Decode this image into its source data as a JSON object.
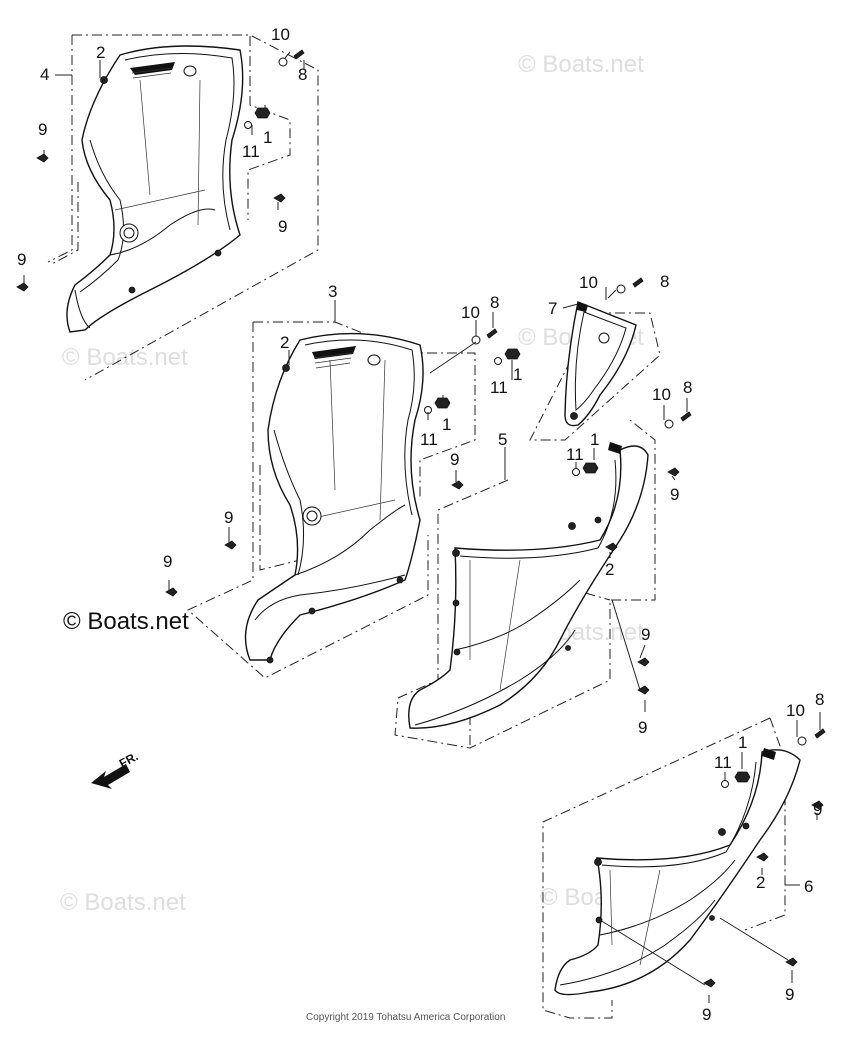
{
  "callouts": {
    "c4": "4",
    "c2a": "2",
    "c10a": "10",
    "c8a": "8",
    "c1a": "1",
    "c11a": "11",
    "c9a": "9",
    "c9b": "9",
    "c9c": "9",
    "c3": "3",
    "c2b": "2",
    "c10b": "10",
    "c8b": "8",
    "c11b": "11",
    "c1b": "1",
    "c11c": "11",
    "c1c": "1",
    "c9d": "9",
    "c9e": "9",
    "c9f": "9",
    "c7": "7",
    "c10c": "10",
    "c8c": "8",
    "c5": "5",
    "c10d": "10",
    "c8d": "8",
    "c1d": "1",
    "c11d": "11",
    "c9g": "9",
    "c2c": "2",
    "c9h": "9",
    "c9i": "9",
    "c10e": "10",
    "c8e": "8",
    "c1e": "1",
    "c11e": "11",
    "c9j": "9",
    "c2d": "2",
    "c6": "6",
    "c9k": "9",
    "c9l": "9"
  },
  "watermarks": {
    "w1": "© Boats.net",
    "w2": "© Boats.net",
    "w3": "© Boats.net",
    "w4": "© Boats.net",
    "w5": "© Boats.net",
    "w6": "© Boats.net"
  },
  "watermark_main": "© Boats.net",
  "front_arrow_label": "FR.",
  "copyright": "Copyright 2019 Tohatsu America Corporation",
  "colors": {
    "line": "#111111",
    "watermark": "#dedede",
    "background": "#ffffff"
  }
}
